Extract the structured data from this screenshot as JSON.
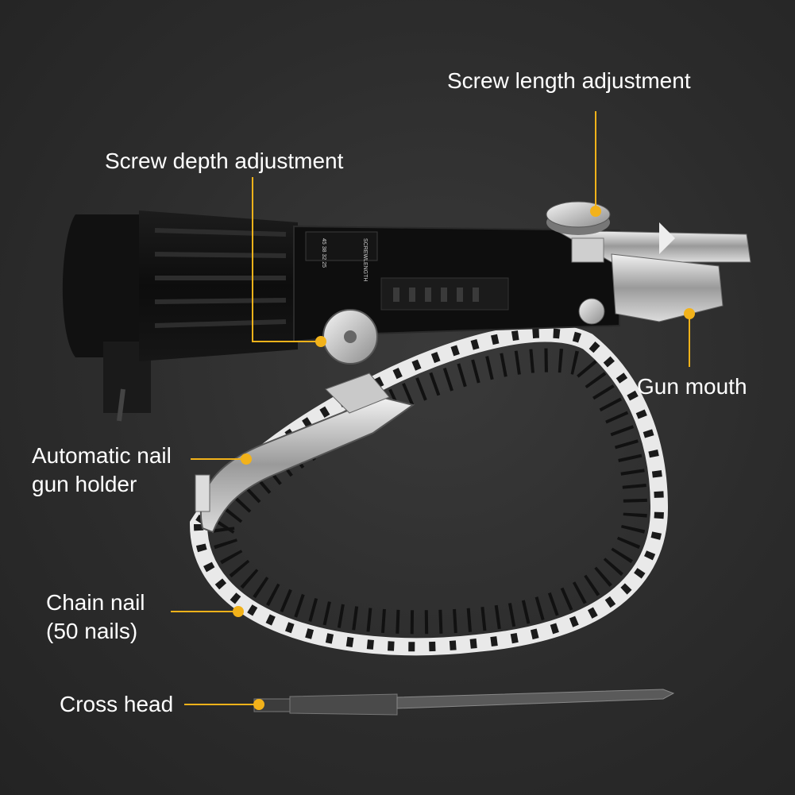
{
  "callouts": {
    "screw_length": "Screw length adjustment",
    "screw_depth": "Screw depth adjustment",
    "gun_mouth": "Gun mouth",
    "holder_line1": "Automatic nail",
    "holder_line2": "gun holder",
    "chain_line1": "Chain nail",
    "chain_line2": "(50 nails)",
    "cross_head": "Cross head"
  },
  "tool_markings": {
    "scale_title": "SCREWLENGTH",
    "scale_numbers": "45 38 32 25"
  },
  "colors": {
    "background": "#2c2c2c",
    "accent": "#f2b21a",
    "label_text": "#ffffff"
  }
}
